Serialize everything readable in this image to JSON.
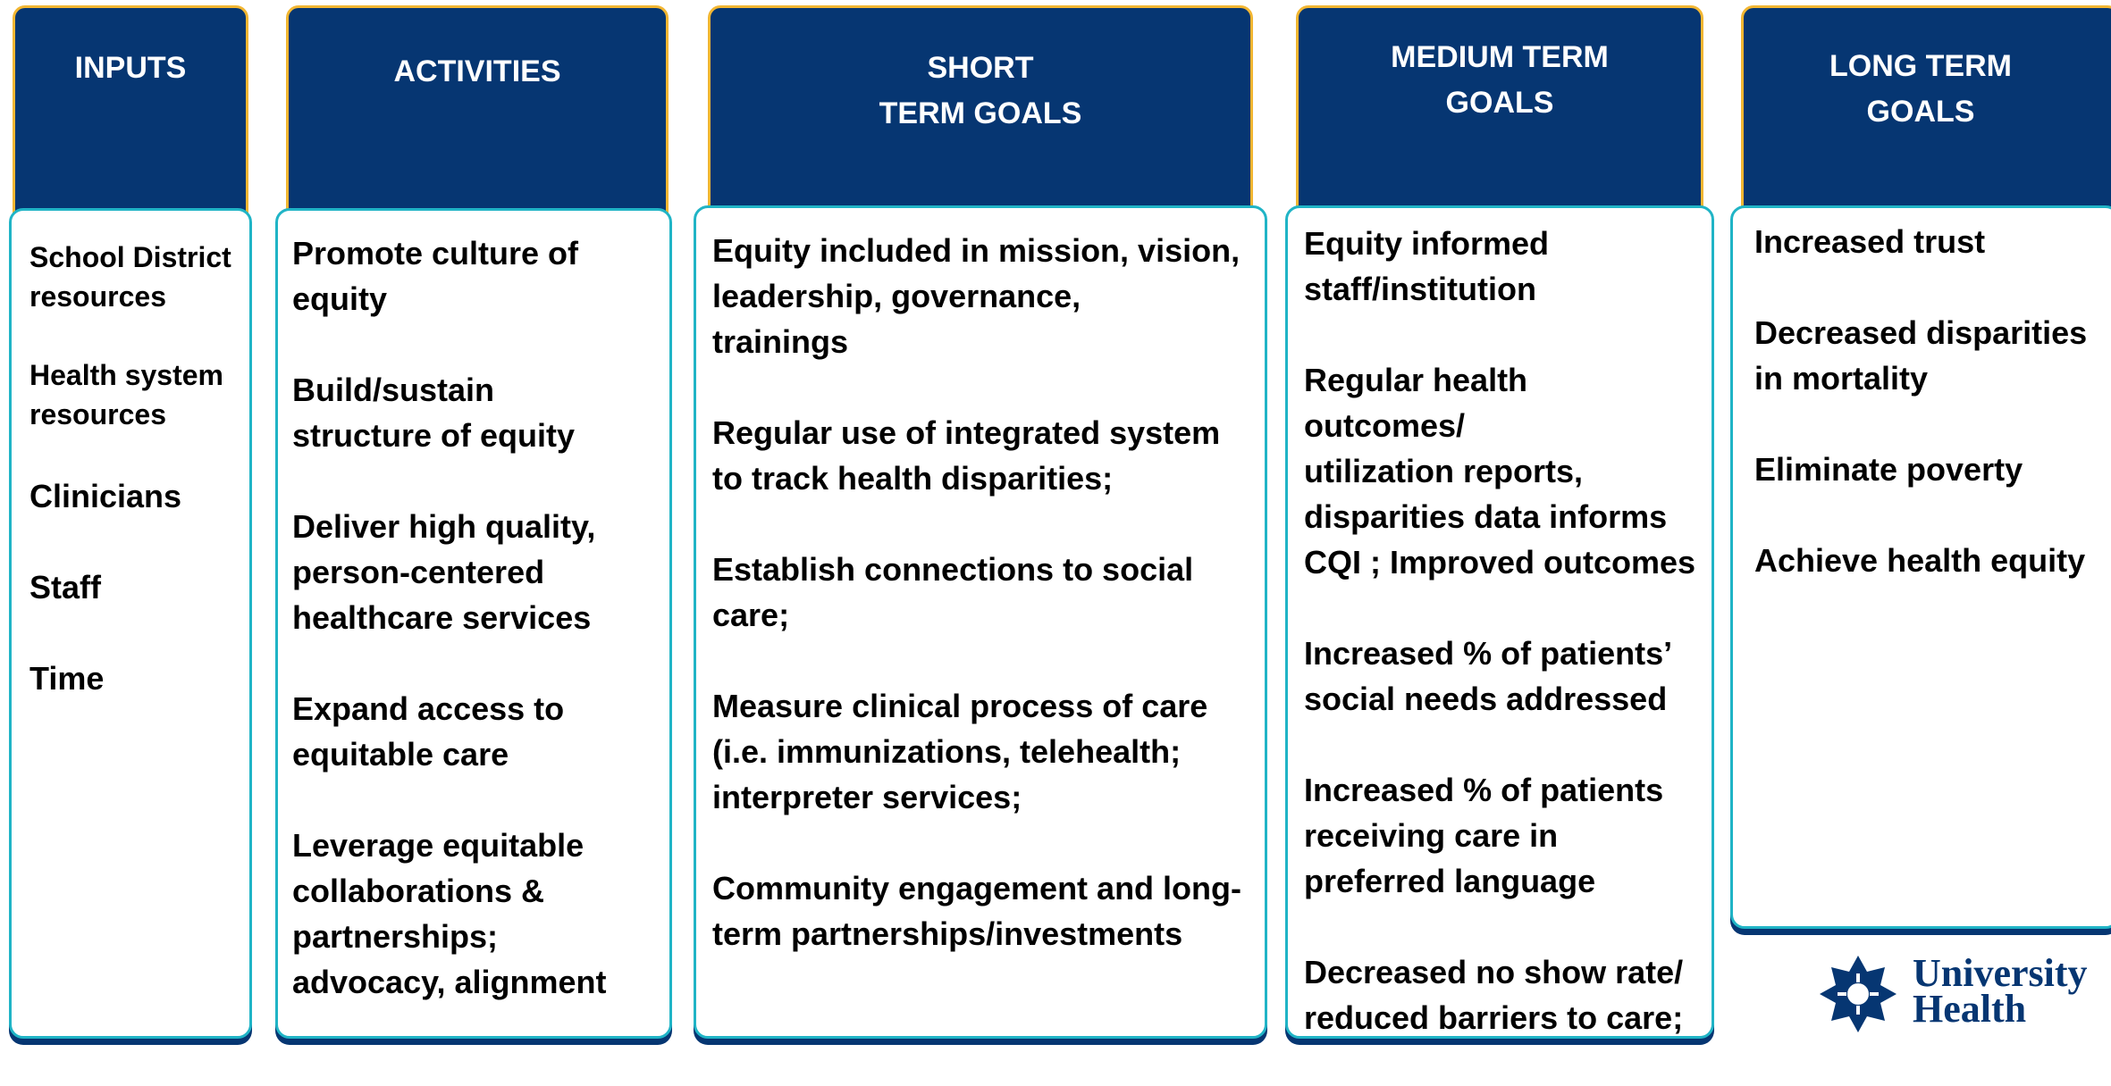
{
  "columns": [
    {
      "title": "INPUTS",
      "items": [
        "School District\nresources",
        "Health system\nresources",
        "Clinicians",
        "Staff",
        "Time"
      ]
    },
    {
      "title": "ACTIVITIES",
      "items": [
        "Promote culture of\nequity",
        "Build/sustain\nstructure of equity",
        "Deliver high quality,\nperson-centered\nhealthcare services",
        "Expand access to\nequitable care",
        "Leverage equitable\ncollaborations &\npartnerships;\nadvocacy, alignment"
      ]
    },
    {
      "title": "SHORT\nTERM GOALS",
      "items": [
        "Equity included in mission, vision,\nleadership, governance,\ntrainings",
        "Regular use of integrated system\nto track health disparities;",
        "Establish connections to social\ncare;",
        "Measure clinical process of care\n(i.e. immunizations, telehealth;\ninterpreter services;",
        "Community engagement and long-\nterm partnerships/investments"
      ]
    },
    {
      "title": "MEDIUM TERM\nGOALS",
      "items": [
        "Equity informed\nstaff/institution",
        "Regular health\noutcomes/\nutilization reports,\ndisparities data informs\nCQI ; Improved outcomes",
        "Increased % of patients’\nsocial needs addressed",
        "Increased % of patients\nreceiving care in\npreferred language",
        "Decreased no show rate/\nreduced barriers to care;"
      ]
    },
    {
      "title": "LONG TERM\nGOALS",
      "items": [
        "Increased trust",
        "Decreased disparities\nin mortality",
        "Eliminate poverty",
        "Achieve health equity"
      ]
    }
  ],
  "logo": {
    "text": "University\nHealth"
  },
  "colors": {
    "header": "#063672",
    "header_border": "#f2b632",
    "box_border": "#20b4c6",
    "logo": "#063672"
  }
}
